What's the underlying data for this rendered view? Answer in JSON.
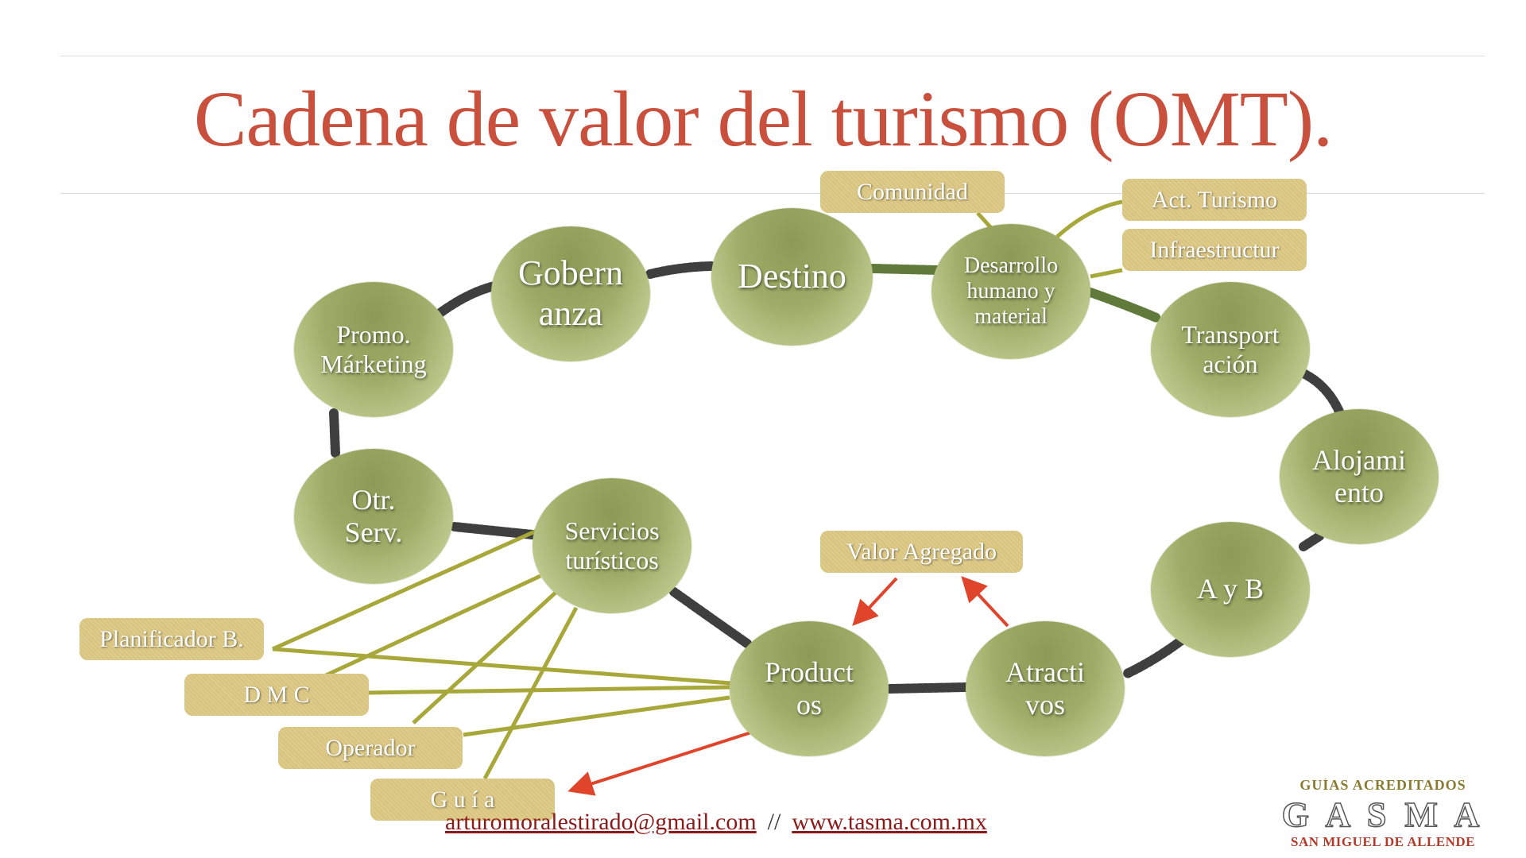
{
  "title": "Cadena de valor del turismo (OMT).",
  "nodes": {
    "promo": "Promo.\nMárketing",
    "gobernanza": "Gobern\nanza",
    "destino": "Destino",
    "desarrollo": "Desarrollo\nhumano y\nmaterial",
    "transportacion": "Transport\nación",
    "alojamiento": "Alojami\nento",
    "ayb": "A y B",
    "atractivos": "Atracti\nvos",
    "productos": "Product\nos",
    "servicios": "Servicios\nturísticos",
    "otros": "Otr.\nServ."
  },
  "tags": {
    "comunidad": "Comunidad",
    "act_turismo": "Act. Turismo",
    "infraestructura": "Infraestructur",
    "valor_agregado": "Valor Agregado",
    "planificador": "Planificador B.",
    "dmc": "D M C",
    "operador": "Operador",
    "guia": "G u í a"
  },
  "footer": {
    "email": "arturomoralestirado@gmail.com",
    "separator": "//",
    "website": "www.tasma.com.mx"
  },
  "logo": {
    "line1": "GUÍAS ACREDITADOS",
    "line2": "G A S M A",
    "line3": "SAN MIGUEL DE ALLENDE"
  },
  "colors": {
    "title": "#c8503d",
    "node_green": "#9fac68",
    "tag_gold": "#d9c47e",
    "chain_dark": "#3f3f3f",
    "chain_green": "#5f7a3a",
    "connector": "#a8a83a",
    "arrow_red": "#e0452b"
  }
}
